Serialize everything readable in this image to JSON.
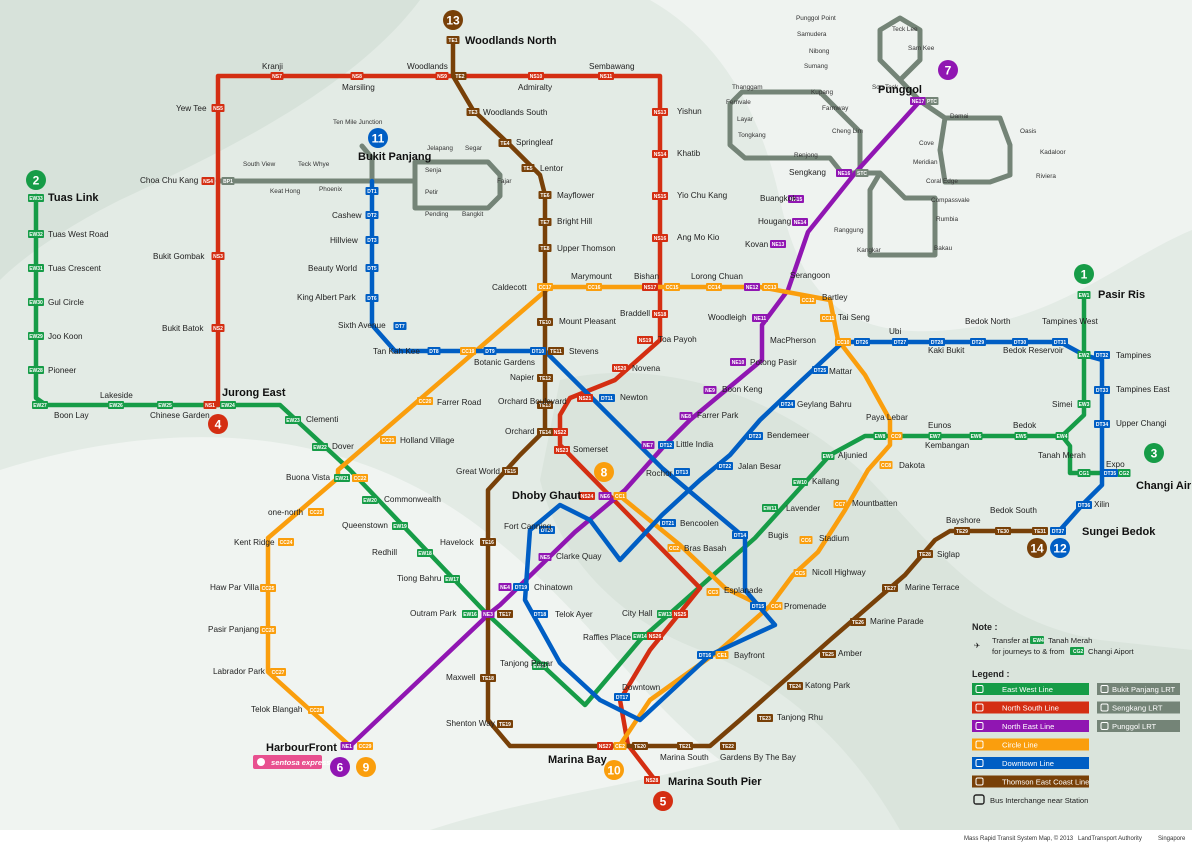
{
  "colors": {
    "ew": "#169c47",
    "ns": "#d42e12",
    "ne": "#9016b2",
    "cc": "#fa9e0d",
    "dt": "#005ec4",
    "te": "#784008",
    "lrt": "#748477",
    "bg": "#e4ece6"
  },
  "big_labels": [
    {
      "id": "woodlands-north",
      "text": "Woodlands North"
    },
    {
      "id": "punggol",
      "text": "Punggol"
    },
    {
      "id": "tuas-link",
      "text": "Tuas Link"
    },
    {
      "id": "pasir-ris",
      "text": "Pasir Ris"
    },
    {
      "id": "bukit-panjang",
      "text": "Bukit Panjang"
    },
    {
      "id": "jurong-east",
      "text": "Jurong East"
    },
    {
      "id": "dhoby-ghaut",
      "text": "Dhoby Ghaut"
    },
    {
      "id": "changi-airport",
      "text": "Changi Airport"
    },
    {
      "id": "sungei-bedok",
      "text": "Sungei Bedok"
    },
    {
      "id": "harbourfront",
      "text": "HarbourFront"
    },
    {
      "id": "marina-bay",
      "text": "Marina Bay"
    },
    {
      "id": "marina-south-pier",
      "text": "Marina South Pier"
    }
  ],
  "stations": {
    "kranji": "Kranji",
    "marsiling": "Marsiling",
    "woodlands": "Woodlands",
    "admiralty": "Admiralty",
    "sembawang": "Sembawang",
    "yew_tee": "Yew Tee",
    "yishun": "Yishun",
    "khatib": "Khatib",
    "yio_chu_kang": "Yio Chu Kang",
    "ang_mo_kio": "Ang Mo Kio",
    "bishan": "Bishan",
    "braddell": "Braddell",
    "toa_payoh": "Toa Payoh",
    "novena": "Novena",
    "newton": "Newton",
    "orchard": "Orchard",
    "somerset": "Somerset",
    "city_hall": "City Hall",
    "raffles_place": "Raffles Place",
    "bukit_gombak": "Bukit Gombak",
    "bukit_batok": "Bukit Batok",
    "choa_chu_kang": "Choa Chu Kang",
    "south_view": "South View",
    "keat_hong": "Keat Hong",
    "teck_whye": "Teck Whye",
    "phoenix": "Phoenix",
    "ten_mile_junction": "Ten Mile Junction",
    "jelapang": "Jelapang",
    "segar": "Segar",
    "senja": "Senja",
    "fajar": "Fajar",
    "petir": "Petir",
    "pending": "Pending",
    "bangkit": "Bangkit",
    "cashew": "Cashew",
    "hillview": "Hillview",
    "beauty_world": "Beauty World",
    "king_albert_park": "King Albert Park",
    "sixth_avenue": "Sixth Avenue",
    "tan_kah_kee": "Tan Kah Kee",
    "botanic_gardens": "Botanic Gardens",
    "stevens": "Stevens",
    "woodlands_south": "Woodlands South",
    "springleaf": "Springleaf",
    "lentor": "Lentor",
    "mayflower": "Mayflower",
    "bright_hill": "Bright Hill",
    "upper_thomson": "Upper Thomson",
    "caldecott": "Caldecott",
    "mount_pleasant": "Mount Pleasant",
    "napier": "Napier",
    "orchard_boulevard": "Orchard Boulevard",
    "great_world": "Great World",
    "havelock": "Havelock",
    "outram_park": "Outram Park",
    "maxwell": "Maxwell",
    "shenton_way": "Shenton Way",
    "marina_south": "Marina South",
    "gardens_by_the_bay": "Gardens By The Bay",
    "tanjong_rhu": "Tanjong Rhu",
    "katong_park": "Katong Park",
    "amber": "Amber",
    "marine_parade": "Marine Parade",
    "marine_terrace": "Marine Terrace",
    "siglap": "Siglap",
    "bayshore": "Bayshore",
    "bedok_south": "Bedok South",
    "tuas_west_road": "Tuas West Road",
    "tuas_crescent": "Tuas Crescent",
    "gul_circle": "Gul Circle",
    "joo_koon": "Joo Koon",
    "pioneer": "Pioneer",
    "boon_lay": "Boon Lay",
    "lakeside": "Lakeside",
    "chinese_garden": "Chinese Garden",
    "clementi": "Clementi",
    "dover": "Dover",
    "buona_vista": "Buona Vista",
    "commonwealth": "Commonwealth",
    "queenstown": "Queenstown",
    "redhill": "Redhill",
    "tiong_bahru": "Tiong Bahru",
    "tanjong_pagar": "Tanjong Pagar",
    "bugis": "Bugis",
    "lavender": "Lavender",
    "kallang": "Kallang",
    "aljunied": "Aljunied",
    "paya_lebar": "Paya Lebar",
    "eunos": "Eunos",
    "kembangan": "Kembangan",
    "bedok": "Bedok",
    "tanah_merah": "Tanah Merah",
    "simei": "Simei",
    "tampines": "Tampines",
    "expo": "Expo",
    "farrer_road": "Farrer Road",
    "holland_village": "Holland Village",
    "one_north": "one-north",
    "kent_ridge": "Kent Ridge",
    "haw_par_villa": "Haw Par Villa",
    "pasir_panjang": "Pasir Panjang",
    "labrador_park": "Labrador Park",
    "telok_blangah": "Telok Blangah",
    "marymount": "Marymount",
    "lorong_chuan": "Lorong Chuan",
    "bartley": "Bartley",
    "tai_seng": "Tai Seng",
    "macpherson": "MacPherson",
    "dakota": "Dakota",
    "mountbatten": "Mountbatten",
    "stadium": "Stadium",
    "nicoll_highway": "Nicoll Highway",
    "esplanade": "Esplanade",
    "promenade": "Promenade",
    "bras_basah": "Bras Basah",
    "serangoon": "Serangoon",
    "kovan": "Kovan",
    "hougang": "Hougang",
    "buangkok": "Buangkok",
    "sengkang": "Sengkang",
    "woodleigh": "Woodleigh",
    "potong_pasir": "Potong Pasir",
    "boon_keng": "Boon Keng",
    "farrer_park": "Farrer Park",
    "little_india": "Little India",
    "clarke_quay": "Clarke Quay",
    "chinatown": "Chinatown",
    "fort_canning": "Fort Canning",
    "bencoolen": "Bencoolen",
    "rochor": "Rochor",
    "jalan_besar": "Jalan Besar",
    "bendemeer": "Bendemeer",
    "geylang_bahru": "Geylang Bahru",
    "mattar": "Mattar",
    "ubi": "Ubi",
    "kaki_bukit": "Kaki Bukit",
    "bedok_north": "Bedok North",
    "bedok_reservoir": "Bedok Reservoir",
    "tampines_west": "Tampines West",
    "tampines_east": "Tampines East",
    "upper_changi": "Upper Changi",
    "xilin": "Xilin",
    "telok_ayer": "Telok Ayer",
    "downtown": "Downtown",
    "bayfront": "Bayfront",
    "thanggam": "Thanggam",
    "fernvale": "Fernvale",
    "layar": "Layar",
    "tongkang": "Tongkang",
    "renjong": "Renjong",
    "kupang": "Kupang",
    "farmway": "Farmway",
    "cheng_lim": "Cheng Lim",
    "punggol_point": "Punggol Point",
    "samudera": "Samudera",
    "nibong": "Nibong",
    "sumang": "Sumang",
    "soo_teck": "Soo Teck",
    "teck_lee": "Teck Lee",
    "sam_kee": "Sam Kee",
    "damai": "Damai",
    "oasis": "Oasis",
    "cove": "Cove",
    "kadaloor": "Kadaloor",
    "meridian": "Meridian",
    "coral_edge": "Coral Edge",
    "riviera": "Riviera",
    "compassvale": "Compassvale",
    "rumbia": "Rumbia",
    "bakau": "Bakau",
    "kangkar": "Kangkar",
    "ranggung": "Ranggung"
  },
  "line_numbers": {
    "te": "13",
    "ne": "7",
    "ew": "2",
    "ew_e": "1",
    "bp": "11",
    "ns_w": "4",
    "ne_s": "8",
    "cg": "3",
    "dt": "12",
    "te_e": "14",
    "hf_ne": "6",
    "hf_cc": "9",
    "cc": "10",
    "ns": "5"
  },
  "note": {
    "title": "Note :",
    "line1_prefix": "Transfer at",
    "line1_code": "EW4",
    "line1_station": "Tanah Merah",
    "line2_prefix": "for journeys to & from",
    "line2_code": "CG2",
    "line2_station": "Changi Aiport"
  },
  "legend": {
    "title": "Legend :",
    "lines": [
      {
        "label": "East West Line",
        "color": "#169c47"
      },
      {
        "label": "North South Line",
        "color": "#d42e12"
      },
      {
        "label": "North East Line",
        "color": "#9016b2"
      },
      {
        "label": "Circle Line",
        "color": "#fa9e0d"
      },
      {
        "label": "Downtown Line",
        "color": "#005ec4"
      },
      {
        "label": "Thomson East Coast Line",
        "color": "#784008"
      }
    ],
    "lrt": [
      {
        "label": "Bukit Panjang LRT"
      },
      {
        "label": "Sengkang LRT"
      },
      {
        "label": "Punggol LRT"
      }
    ],
    "bus": "Bus Interchange near Station"
  },
  "sentosa": "sentosa express",
  "footer": {
    "title": "Mass Rapid Transit System Map, © 2013",
    "authority": "LandTransport Authority",
    "country": "Singapore"
  }
}
